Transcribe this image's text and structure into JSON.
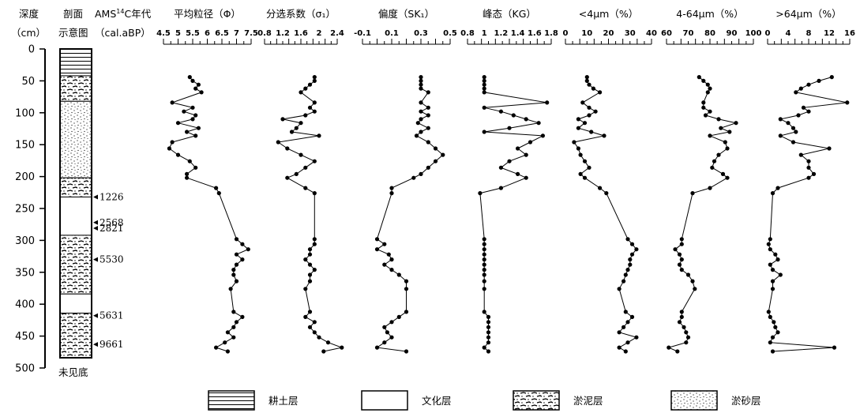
{
  "header": {
    "depth_title": "深度",
    "depth_unit": "（cm）",
    "profile_title": "剖面",
    "profile_sub": "示意图",
    "age_title_a": "AMS",
    "age_title_sup": "14",
    "age_title_b": "C年代",
    "age_unit": "（cal.aBP）"
  },
  "bottom_note": "未见底",
  "depth_ticks": [
    0,
    50,
    100,
    150,
    200,
    250,
    300,
    350,
    400,
    450,
    500
  ],
  "ages": [
    {
      "label": "1226",
      "depth": 232
    },
    {
      "label": "2568",
      "depth": 272
    },
    {
      "label": "2821",
      "depth": 281
    },
    {
      "label": "5530",
      "depth": 330
    },
    {
      "label": "5631",
      "depth": 418
    },
    {
      "label": "9661",
      "depth": 463
    }
  ],
  "lithology": [
    {
      "type": "tillage",
      "top": 0,
      "bottom": 42
    },
    {
      "type": "silt",
      "top": 42,
      "bottom": 82
    },
    {
      "type": "sand",
      "top": 82,
      "bottom": 202
    },
    {
      "type": "silt",
      "top": 202,
      "bottom": 232
    },
    {
      "type": "culture",
      "top": 232,
      "bottom": 292
    },
    {
      "type": "silt",
      "top": 292,
      "bottom": 384
    },
    {
      "type": "culture",
      "top": 384,
      "bottom": 414
    },
    {
      "type": "silt",
      "top": 414,
      "bottom": 484
    }
  ],
  "legend": [
    {
      "type": "tillage",
      "label": "耕土层"
    },
    {
      "type": "culture",
      "label": "文化层"
    },
    {
      "type": "silt",
      "label": "淤泥层"
    },
    {
      "type": "sand",
      "label": "淤砂层"
    }
  ],
  "chart_data": {
    "type": "line",
    "y_axis": {
      "title": "深度",
      "unit": "cm",
      "range": [
        0,
        500
      ],
      "reversed": true
    },
    "depth": [
      44,
      50,
      56,
      62,
      68,
      84,
      92,
      98,
      104,
      110,
      116,
      124,
      130,
      136,
      146,
      156,
      166,
      176,
      186,
      196,
      202,
      218,
      226,
      298,
      306,
      314,
      322,
      330,
      338,
      346,
      354,
      364,
      376,
      412,
      420,
      428,
      436,
      444,
      452,
      460,
      468,
      474
    ],
    "series": [
      {
        "name": "平均粒径（Φ）",
        "ticks": [
          "4.5",
          "5",
          "5.5",
          "6",
          "6.5",
          "7",
          "7.5"
        ],
        "range": [
          4.5,
          7.5
        ],
        "values": [
          5.4,
          5.5,
          5.7,
          5.6,
          5.8,
          4.8,
          5.5,
          5.2,
          5.6,
          5.5,
          5.0,
          5.7,
          5.3,
          5.6,
          4.8,
          4.7,
          5.0,
          5.4,
          5.6,
          5.3,
          5.3,
          6.3,
          6.4,
          7.0,
          7.2,
          7.4,
          7.0,
          7.2,
          7.0,
          6.9,
          6.9,
          7.0,
          6.8,
          6.9,
          7.2,
          7.0,
          6.9,
          6.7,
          6.9,
          6.6,
          6.3,
          6.7
        ]
      },
      {
        "name": "分选系数（σ₁）",
        "ticks": [
          "0.8",
          "1.2",
          "1.6",
          "2",
          "2.4"
        ],
        "range": [
          0.8,
          2.4
        ],
        "values": [
          1.9,
          1.9,
          1.8,
          1.7,
          1.6,
          1.9,
          1.8,
          1.9,
          1.7,
          1.2,
          1.6,
          1.5,
          1.4,
          2.0,
          1.1,
          1.3,
          1.6,
          1.9,
          1.7,
          1.5,
          1.3,
          1.7,
          1.9,
          1.9,
          1.9,
          1.8,
          1.8,
          1.7,
          1.8,
          1.9,
          1.8,
          1.8,
          1.7,
          1.8,
          1.7,
          1.9,
          1.8,
          1.9,
          2.0,
          2.2,
          2.5,
          2.1
        ]
      },
      {
        "name": "偏度（SK₁）",
        "ticks": [
          "-0.1",
          "0.1",
          "0.3",
          "0.5"
        ],
        "range": [
          -0.1,
          0.5
        ],
        "values": [
          0.3,
          0.3,
          0.3,
          0.3,
          0.35,
          0.3,
          0.35,
          0.3,
          0.35,
          0.3,
          0.28,
          0.35,
          0.3,
          0.27,
          0.35,
          0.4,
          0.45,
          0.4,
          0.35,
          0.3,
          0.25,
          0.1,
          0.1,
          -0.0,
          0.05,
          0.0,
          0.08,
          0.1,
          0.05,
          0.1,
          0.15,
          0.2,
          0.2,
          0.2,
          0.15,
          0.1,
          0.05,
          0.07,
          0.1,
          0.05,
          0.0,
          0.2
        ]
      },
      {
        "name": "峰态（KG）",
        "ticks": [
          "0.8",
          "1",
          "1.2",
          "1.4",
          "1.6",
          "1.8"
        ],
        "range": [
          0.8,
          1.8
        ],
        "values": [
          1.0,
          1.0,
          1.0,
          1.0,
          1.0,
          1.75,
          1.0,
          1.2,
          1.35,
          1.5,
          1.65,
          1.3,
          1.0,
          1.7,
          1.55,
          1.4,
          1.5,
          1.3,
          1.2,
          1.4,
          1.5,
          1.2,
          0.95,
          1.0,
          1.0,
          1.0,
          1.0,
          1.0,
          1.0,
          1.0,
          1.0,
          1.0,
          1.0,
          1.0,
          1.05,
          1.05,
          1.05,
          1.05,
          1.05,
          1.05,
          1.0,
          1.05
        ]
      },
      {
        "name": "<4μm（%）",
        "ticks": [
          "0",
          "10",
          "20",
          "30",
          "40"
        ],
        "range": [
          0,
          40
        ],
        "values": [
          10,
          10,
          11,
          13,
          16,
          8,
          11,
          14,
          11,
          6,
          9,
          6,
          12,
          18,
          4,
          6,
          7,
          9,
          11,
          7,
          9,
          16,
          19,
          29,
          31,
          33,
          31,
          30,
          30,
          29,
          28,
          27,
          25,
          28,
          31,
          29,
          27,
          25,
          33,
          29,
          25,
          28
        ]
      },
      {
        "name": "4-64μm（%）",
        "ticks": [
          "60",
          "70",
          "80",
          "90",
          "100"
        ],
        "range": [
          60,
          100
        ],
        "values": [
          75,
          77,
          79,
          80,
          79,
          77,
          77,
          80,
          78,
          84,
          92,
          85,
          89,
          80,
          87,
          88,
          84,
          82,
          81,
          86,
          88,
          80,
          72,
          67,
          67,
          64,
          66,
          67,
          66,
          67,
          70,
          72,
          73,
          67,
          67,
          66,
          68,
          69,
          70,
          69,
          61,
          65
        ]
      },
      {
        "name": ">64μm（%）",
        "ticks": [
          "0",
          "4",
          "8",
          "12",
          "16"
        ],
        "range": [
          0,
          16
        ],
        "values": [
          12.5,
          10,
          8,
          6.5,
          5.5,
          15.5,
          7,
          8,
          6,
          2.5,
          4,
          5,
          5.5,
          2.5,
          5,
          12,
          6.5,
          8,
          8,
          9,
          8,
          2,
          1,
          0.5,
          0.2,
          0.5,
          1.5,
          2,
          0.5,
          1,
          2.5,
          1,
          1,
          0.2,
          0.5,
          1.2,
          1.5,
          2,
          1,
          0.5,
          13,
          1
        ]
      }
    ]
  }
}
